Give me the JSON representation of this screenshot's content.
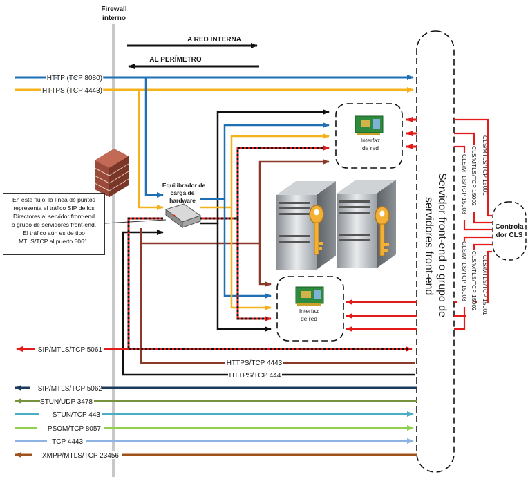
{
  "firewall": {
    "label_line1": "Firewall",
    "label_line2": "interno"
  },
  "direction": {
    "to_internal": "A RED INTERNA",
    "to_perimeter": "AL PERÍMETRO"
  },
  "load_balancer": {
    "line1": "Equilibrador de",
    "line2": "carga de",
    "line3": "hardware"
  },
  "nic_top": {
    "line1": "Interfaz",
    "line2": "de red"
  },
  "nic_bottom": {
    "line1": "Interfaz",
    "line2": "de red"
  },
  "server_pool": {
    "line1": "Servidor front-end o grupo de",
    "line2": "servidores front-end"
  },
  "cls_controller": {
    "line1": "Controla",
    "line2": "dor CLS"
  },
  "cls_ports": {
    "p15001": "CLS/MTLS/TCP 15001",
    "p15002": "CLS/MTLS/TCP 15002",
    "p15003": "CLS/MTLS/TCP 15003"
  },
  "note": {
    "lines": [
      "En este flujo, la línea de puntos",
      "representa el tráfico SIP de los",
      "Directores al servidor front-end",
      "o grupo de servidores front-end.",
      "El tráfico aún es de tipo",
      "MTLS/TCP al puerto 5061."
    ]
  },
  "protocols": {
    "http": "HTTP (TCP 8080)",
    "https": "HTTPS (TCP 4443)",
    "sip5061": "SIP/MTLS/TCP 5061",
    "https4443": "HTTPS/TCP 4443",
    "https444": "HTTPS/TCP 444",
    "sip5062": "SIP/MTLS/TCP 5062",
    "stun3478": "STUN/UDP 3478",
    "stun443": "STUN/TCP 443",
    "psom": "PSOM/TCP 8057",
    "tcp4443": "TCP 4443",
    "xmpp": "XMPP/MTLS/TCP 23456"
  },
  "colors": {
    "http": "#1f6fb5",
    "https": "#f5b21b",
    "sip": "#e21b1b",
    "https4443": "#8b3a2a",
    "black": "#111111",
    "sip5062": "#1c3a5e",
    "stun3478": "#76923c",
    "stun443": "#4bacc6",
    "psom": "#92d050",
    "tcp4443": "#8db3e2",
    "xmpp": "#a0521d",
    "firewall": "#c8c8c8"
  }
}
